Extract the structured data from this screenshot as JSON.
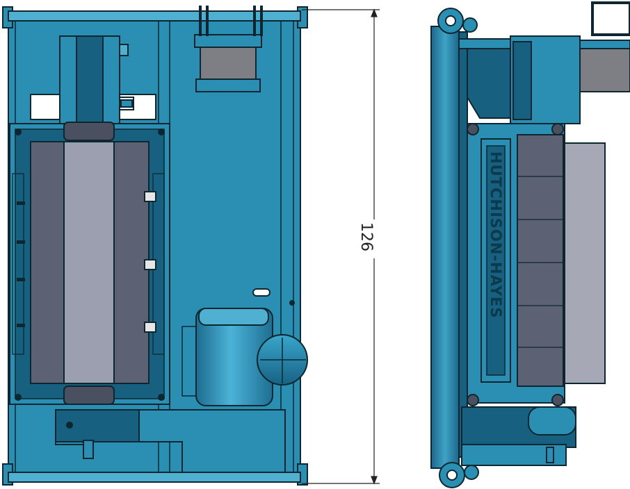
{
  "dimension": {
    "value": "126"
  },
  "nameplate": {
    "brand": "HUTCHISON-HAYES"
  },
  "views": [
    "top-view",
    "side-view"
  ],
  "colors": {
    "frame": "#2a8fb3",
    "frame_dark": "#17607f",
    "frame_light": "#4fb0d1",
    "outline": "#0d2630",
    "bowl_dark": "#5c6274",
    "bowl_mid": "#8e93a8",
    "bowl_light": "#9c9fb0",
    "motor_gray": "#7d7f85",
    "panel_gray": "#a7a8b6",
    "white": "#ffffff"
  }
}
